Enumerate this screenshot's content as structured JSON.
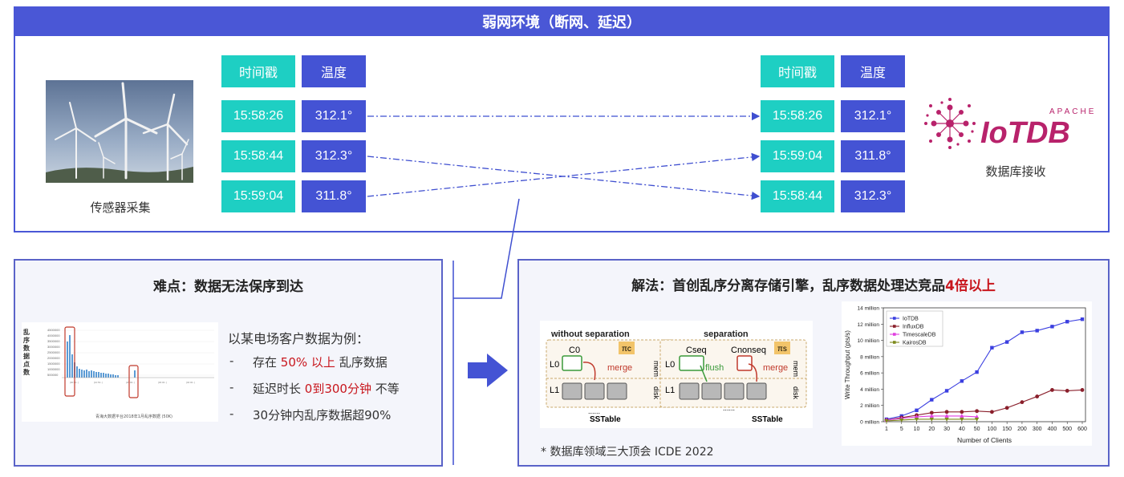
{
  "header": {
    "title": "弱网环境（断网、延迟）"
  },
  "left_source": {
    "caption": "传感器采集"
  },
  "columns": {
    "timestamp": "时间戳",
    "temperature": "温度"
  },
  "sent_rows": [
    {
      "time": "15:58:26",
      "temp": "312.1°"
    },
    {
      "time": "15:58:44",
      "temp": "312.3°"
    },
    {
      "time": "15:59:04",
      "temp": "311.8°"
    }
  ],
  "received_rows": [
    {
      "time": "15:58:26",
      "temp": "312.1°"
    },
    {
      "time": "15:59:04",
      "temp": "311.8°"
    },
    {
      "time": "15:58:44",
      "temp": "312.3°"
    }
  ],
  "logo": {
    "apache": "APACHE",
    "name": "IoTDB",
    "caption": "数据库接收"
  },
  "problem": {
    "title": "难点：数据无法保序到达",
    "chart_ylabel": "乱序数据点数",
    "chart_caption": "青海大数据平台2018年1月乱序数据 (50K)",
    "intro": "以某电场客户数据为例：",
    "b1_pre": "存在",
    "b1_red": "50% 以上",
    "b1_post": "乱序数据",
    "b2_pre": "延迟时长",
    "b2_red": "0到300分钟",
    "b2_post": "不等",
    "b3": "30分钟内乱序数据超90%"
  },
  "solution": {
    "title_main": "解法：首创乱序分离存储引擎，乱序数据处理达竞品",
    "title_red": "4倍以上",
    "note": "* 数据库领域三大顶会 ICDE 2022",
    "diagram": {
      "without_label": "without separation",
      "separation_label": "separation",
      "c0": "C0",
      "cseq": "Cseq",
      "cnonseq": "Cnonseq",
      "pi_c": "πc",
      "pi_s": "πs",
      "l0": "L0",
      "l1": "L1",
      "mem": "mem",
      "disk": "disk",
      "merge": "merge",
      "flush": "flush",
      "sstable": "SSTable",
      "dots": "......"
    }
  },
  "chart_data": {
    "type": "line",
    "xlabel": "Number of Clients",
    "ylabel": "Write Throughput (pts/s)",
    "categories": [
      "1",
      "5",
      "10",
      "20",
      "30",
      "40",
      "50",
      "100",
      "150",
      "200",
      "300",
      "400",
      "500",
      "600"
    ],
    "y_ticks": [
      "0 million",
      "2 million",
      "4 million",
      "6 million",
      "8 million",
      "10 million",
      "12 million",
      "14 million"
    ],
    "ylim": [
      0,
      14
    ],
    "legend_position": "top-left",
    "series": [
      {
        "name": "IoTDB",
        "color": "#3b3fe0",
        "values": [
          0.3,
          0.7,
          1.4,
          2.7,
          3.8,
          5.0,
          6.1,
          9.1,
          9.8,
          11.0,
          11.2,
          11.7,
          12.3,
          12.6
        ]
      },
      {
        "name": "InfluxDB",
        "color": "#8a1f2b",
        "values": [
          0.2,
          0.5,
          0.8,
          1.1,
          1.2,
          1.2,
          1.3,
          1.2,
          1.7,
          2.4,
          3.1,
          3.9,
          3.8,
          3.9
        ]
      },
      {
        "name": "TimescaleDB",
        "color": "#e040e0",
        "values": [
          0.2,
          0.4,
          0.6,
          0.7,
          0.7,
          0.7,
          0.6
        ]
      },
      {
        "name": "KairosDB",
        "color": "#7d8a1c",
        "values": [
          0.1,
          0.2,
          0.3,
          0.3,
          0.3,
          0.3,
          0.3
        ]
      }
    ]
  }
}
